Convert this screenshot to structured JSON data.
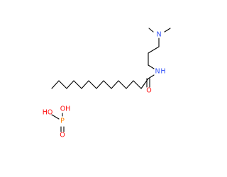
{
  "molecule": {
    "atoms": {
      "n_top": "N",
      "n_amide": "N",
      "h_amide": "H",
      "o_carbonyl": "O",
      "ho_left": "HO",
      "oh_top": "OH",
      "phosphorus": "P",
      "o_double": "O"
    },
    "colors": {
      "nitrogen": "#3050F8",
      "oxygen": "#FF0D0D",
      "phosphorus": "#FF8000",
      "bond": "#000000"
    }
  }
}
